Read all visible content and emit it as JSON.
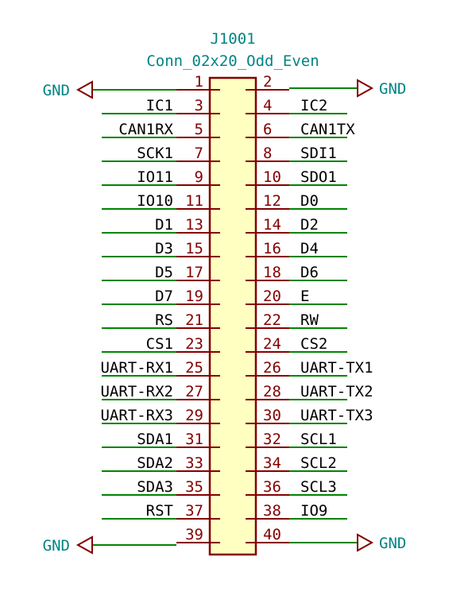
{
  "component": {
    "reference": "J1001",
    "value": "Conn_02x20_Odd_Even"
  },
  "colors": {
    "body_fill": "#ffffc2",
    "body_stroke": "#840000",
    "pin_number": "#840000",
    "wire": "#008400",
    "ground": "#840000",
    "ground_label": "#008484",
    "net_label": "#000000",
    "ref_text": "#008484"
  },
  "ground_label": "GND",
  "pins": [
    {
      "left_num": "1",
      "left_net": "",
      "right_num": "2",
      "right_net": ""
    },
    {
      "left_num": "3",
      "left_net": "IC1",
      "right_num": "4",
      "right_net": "IC2"
    },
    {
      "left_num": "5",
      "left_net": "CAN1RX",
      "right_num": "6",
      "right_net": "CAN1TX"
    },
    {
      "left_num": "7",
      "left_net": "SCK1",
      "right_num": "8",
      "right_net": "SDI1"
    },
    {
      "left_num": "9",
      "left_net": "IO11",
      "right_num": "10",
      "right_net": "SDO1"
    },
    {
      "left_num": "11",
      "left_net": "IO10",
      "right_num": "12",
      "right_net": "D0"
    },
    {
      "left_num": "13",
      "left_net": "D1",
      "right_num": "14",
      "right_net": "D2"
    },
    {
      "left_num": "15",
      "left_net": "D3",
      "right_num": "16",
      "right_net": "D4"
    },
    {
      "left_num": "17",
      "left_net": "D5",
      "right_num": "18",
      "right_net": "D6"
    },
    {
      "left_num": "19",
      "left_net": "D7",
      "right_num": "20",
      "right_net": "E"
    },
    {
      "left_num": "21",
      "left_net": "RS",
      "right_num": "22",
      "right_net": "RW"
    },
    {
      "left_num": "23",
      "left_net": "CS1",
      "right_num": "24",
      "right_net": "CS2"
    },
    {
      "left_num": "25",
      "left_net": "UART-RX1",
      "right_num": "26",
      "right_net": "UART-TX1"
    },
    {
      "left_num": "27",
      "left_net": "UART-RX2",
      "right_num": "28",
      "right_net": "UART-TX2"
    },
    {
      "left_num": "29",
      "left_net": "UART-RX3",
      "right_num": "30",
      "right_net": "UART-TX3"
    },
    {
      "left_num": "31",
      "left_net": "SDA1",
      "right_num": "32",
      "right_net": "SCL1"
    },
    {
      "left_num": "33",
      "left_net": "SDA2",
      "right_num": "34",
      "right_net": "SCL2"
    },
    {
      "left_num": "35",
      "left_net": "SDA3",
      "right_num": "36",
      "right_net": "SCL3"
    },
    {
      "left_num": "37",
      "left_net": "RST",
      "right_num": "38",
      "right_net": "IO9"
    },
    {
      "left_num": "39",
      "left_net": "",
      "right_num": "40",
      "right_net": ""
    }
  ]
}
